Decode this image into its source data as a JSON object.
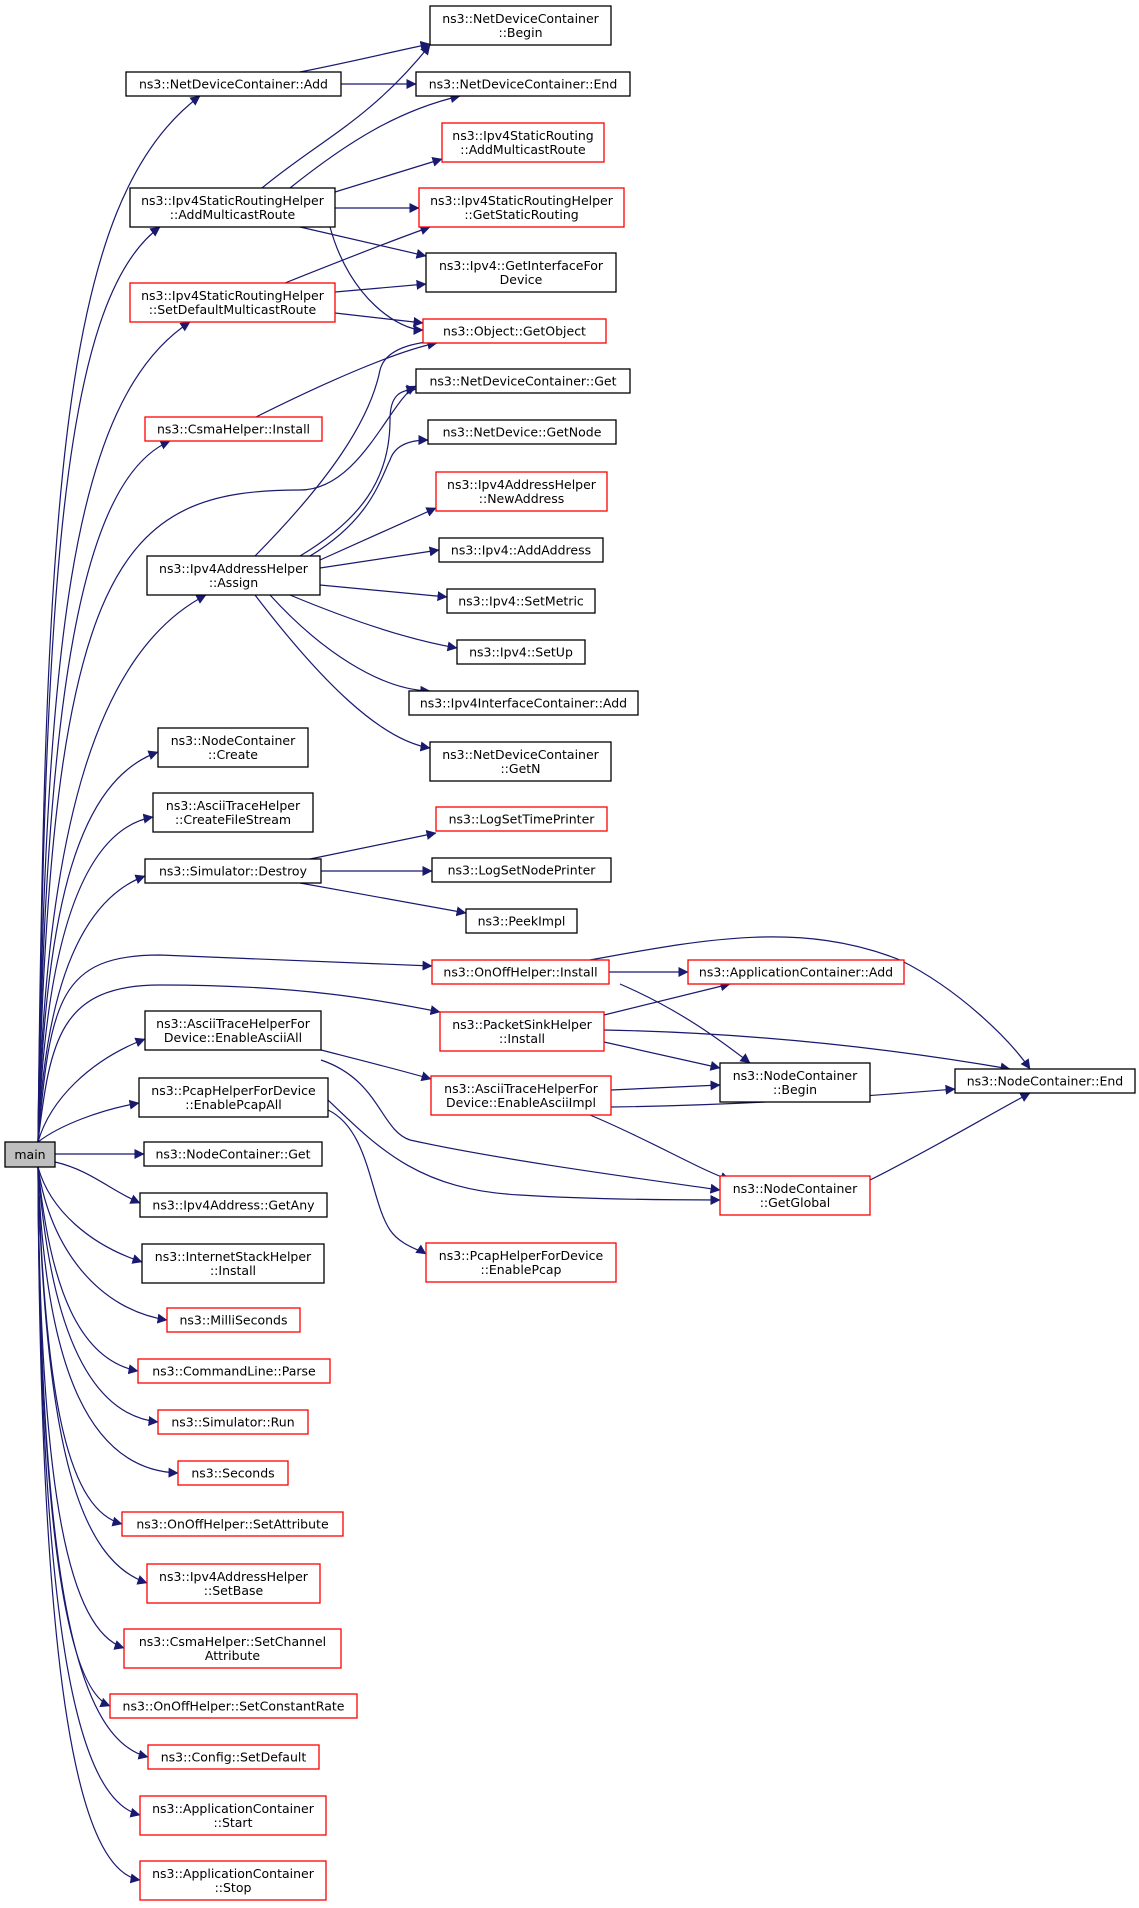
{
  "colors": {
    "edge": "#191970",
    "box_border_black": "#000000",
    "box_border_red": "#ff0000",
    "root_fill": "#bfbfbf",
    "background": "#ffffff"
  },
  "nodes": [
    {
      "id": "main",
      "lines": [
        "main"
      ],
      "style": "root"
    },
    {
      "id": "ndcAdd",
      "lines": [
        "ns3::NetDeviceContainer::Add"
      ],
      "style": "black"
    },
    {
      "id": "ndcBegin",
      "lines": [
        "ns3::NetDeviceContainer",
        "::Begin"
      ],
      "style": "black"
    },
    {
      "id": "ndcEnd",
      "lines": [
        "ns3::NetDeviceContainer::End"
      ],
      "style": "black"
    },
    {
      "id": "isrAddMR",
      "lines": [
        "ns3::Ipv4StaticRouting",
        "::AddMulticastRoute"
      ],
      "style": "red"
    },
    {
      "id": "isrhAddMR",
      "lines": [
        "ns3::Ipv4StaticRoutingHelper",
        "::AddMulticastRoute"
      ],
      "style": "black"
    },
    {
      "id": "isrhGetSR",
      "lines": [
        "ns3::Ipv4StaticRoutingHelper",
        "::GetStaticRouting"
      ],
      "style": "red"
    },
    {
      "id": "ipv4GIFD",
      "lines": [
        "ns3::Ipv4::GetInterfaceFor",
        "Device"
      ],
      "style": "black"
    },
    {
      "id": "isrhSetDMR",
      "lines": [
        "ns3::Ipv4StaticRoutingHelper",
        "::SetDefaultMulticastRoute"
      ],
      "style": "red"
    },
    {
      "id": "objGetObject",
      "lines": [
        "ns3::Object::GetObject"
      ],
      "style": "red"
    },
    {
      "id": "csmaInstall",
      "lines": [
        "ns3::CsmaHelper::Install"
      ],
      "style": "red"
    },
    {
      "id": "ndcGet",
      "lines": [
        "ns3::NetDeviceContainer::Get"
      ],
      "style": "black"
    },
    {
      "id": "ndGetNode",
      "lines": [
        "ns3::NetDevice::GetNode"
      ],
      "style": "black"
    },
    {
      "id": "iahNewAddr",
      "lines": [
        "ns3::Ipv4AddressHelper",
        "::NewAddress"
      ],
      "style": "red"
    },
    {
      "id": "iahAssign",
      "lines": [
        "ns3::Ipv4AddressHelper",
        "::Assign"
      ],
      "style": "black"
    },
    {
      "id": "ipv4AddAddr",
      "lines": [
        "ns3::Ipv4::AddAddress"
      ],
      "style": "black"
    },
    {
      "id": "ipv4SetMetric",
      "lines": [
        "ns3::Ipv4::SetMetric"
      ],
      "style": "black"
    },
    {
      "id": "ipv4SetUp",
      "lines": [
        "ns3::Ipv4::SetUp"
      ],
      "style": "black"
    },
    {
      "id": "iicAdd",
      "lines": [
        "ns3::Ipv4InterfaceContainer::Add"
      ],
      "style": "black"
    },
    {
      "id": "ndcGetN",
      "lines": [
        "ns3::NetDeviceContainer",
        "::GetN"
      ],
      "style": "black"
    },
    {
      "id": "ncCreate",
      "lines": [
        "ns3::NodeContainer",
        "::Create"
      ],
      "style": "black"
    },
    {
      "id": "athCFS",
      "lines": [
        "ns3::AsciiTraceHelper",
        "::CreateFileStream"
      ],
      "style": "black"
    },
    {
      "id": "logSTP",
      "lines": [
        "ns3::LogSetTimePrinter"
      ],
      "style": "red"
    },
    {
      "id": "simDestroy",
      "lines": [
        "ns3::Simulator::Destroy"
      ],
      "style": "black"
    },
    {
      "id": "logSNP",
      "lines": [
        "ns3::LogSetNodePrinter"
      ],
      "style": "black"
    },
    {
      "id": "peekImpl",
      "lines": [
        "ns3::PeekImpl"
      ],
      "style": "black"
    },
    {
      "id": "oohInstall",
      "lines": [
        "ns3::OnOffHelper::Install"
      ],
      "style": "red"
    },
    {
      "id": "acAdd",
      "lines": [
        "ns3::ApplicationContainer::Add"
      ],
      "style": "red"
    },
    {
      "id": "athfdEAA",
      "lines": [
        "ns3::AsciiTraceHelperFor",
        "Device::EnableAsciiAll"
      ],
      "style": "black"
    },
    {
      "id": "pshInstall",
      "lines": [
        "ns3::PacketSinkHelper",
        "::Install"
      ],
      "style": "red"
    },
    {
      "id": "ncBegin",
      "lines": [
        "ns3::NodeContainer",
        "::Begin"
      ],
      "style": "black"
    },
    {
      "id": "ncEnd",
      "lines": [
        "ns3::NodeContainer::End"
      ],
      "style": "black"
    },
    {
      "id": "phfdEPA",
      "lines": [
        "ns3::PcapHelperForDevice",
        "::EnablePcapAll"
      ],
      "style": "black"
    },
    {
      "id": "athfdEAI",
      "lines": [
        "ns3::AsciiTraceHelperFor",
        "Device::EnableAsciiImpl"
      ],
      "style": "red"
    },
    {
      "id": "ncGet",
      "lines": [
        "ns3::NodeContainer::Get"
      ],
      "style": "black"
    },
    {
      "id": "ncGetGlobal",
      "lines": [
        "ns3::NodeContainer",
        "::GetGlobal"
      ],
      "style": "red"
    },
    {
      "id": "ipv4aGetAny",
      "lines": [
        "ns3::Ipv4Address::GetAny"
      ],
      "style": "black"
    },
    {
      "id": "ishInstall",
      "lines": [
        "ns3::InternetStackHelper",
        "::Install"
      ],
      "style": "black"
    },
    {
      "id": "phfdEP",
      "lines": [
        "ns3::PcapHelperForDevice",
        "::EnablePcap"
      ],
      "style": "red"
    },
    {
      "id": "milli",
      "lines": [
        "ns3::MilliSeconds"
      ],
      "style": "red"
    },
    {
      "id": "clParse",
      "lines": [
        "ns3::CommandLine::Parse"
      ],
      "style": "red"
    },
    {
      "id": "simRun",
      "lines": [
        "ns3::Simulator::Run"
      ],
      "style": "red"
    },
    {
      "id": "seconds",
      "lines": [
        "ns3::Seconds"
      ],
      "style": "red"
    },
    {
      "id": "oohSetAttr",
      "lines": [
        "ns3::OnOffHelper::SetAttribute"
      ],
      "style": "red"
    },
    {
      "id": "iahSetBase",
      "lines": [
        "ns3::Ipv4AddressHelper",
        "::SetBase"
      ],
      "style": "red"
    },
    {
      "id": "csmaSetCA",
      "lines": [
        "ns3::CsmaHelper::SetChannel",
        "Attribute"
      ],
      "style": "red"
    },
    {
      "id": "oohSetCR",
      "lines": [
        "ns3::OnOffHelper::SetConstantRate"
      ],
      "style": "red"
    },
    {
      "id": "cfgSetDefault",
      "lines": [
        "ns3::Config::SetDefault"
      ],
      "style": "red"
    },
    {
      "id": "acStart",
      "lines": [
        "ns3::ApplicationContainer",
        "::Start"
      ],
      "style": "red"
    },
    {
      "id": "acStop",
      "lines": [
        "ns3::ApplicationContainer",
        "::Stop"
      ],
      "style": "red"
    }
  ]
}
